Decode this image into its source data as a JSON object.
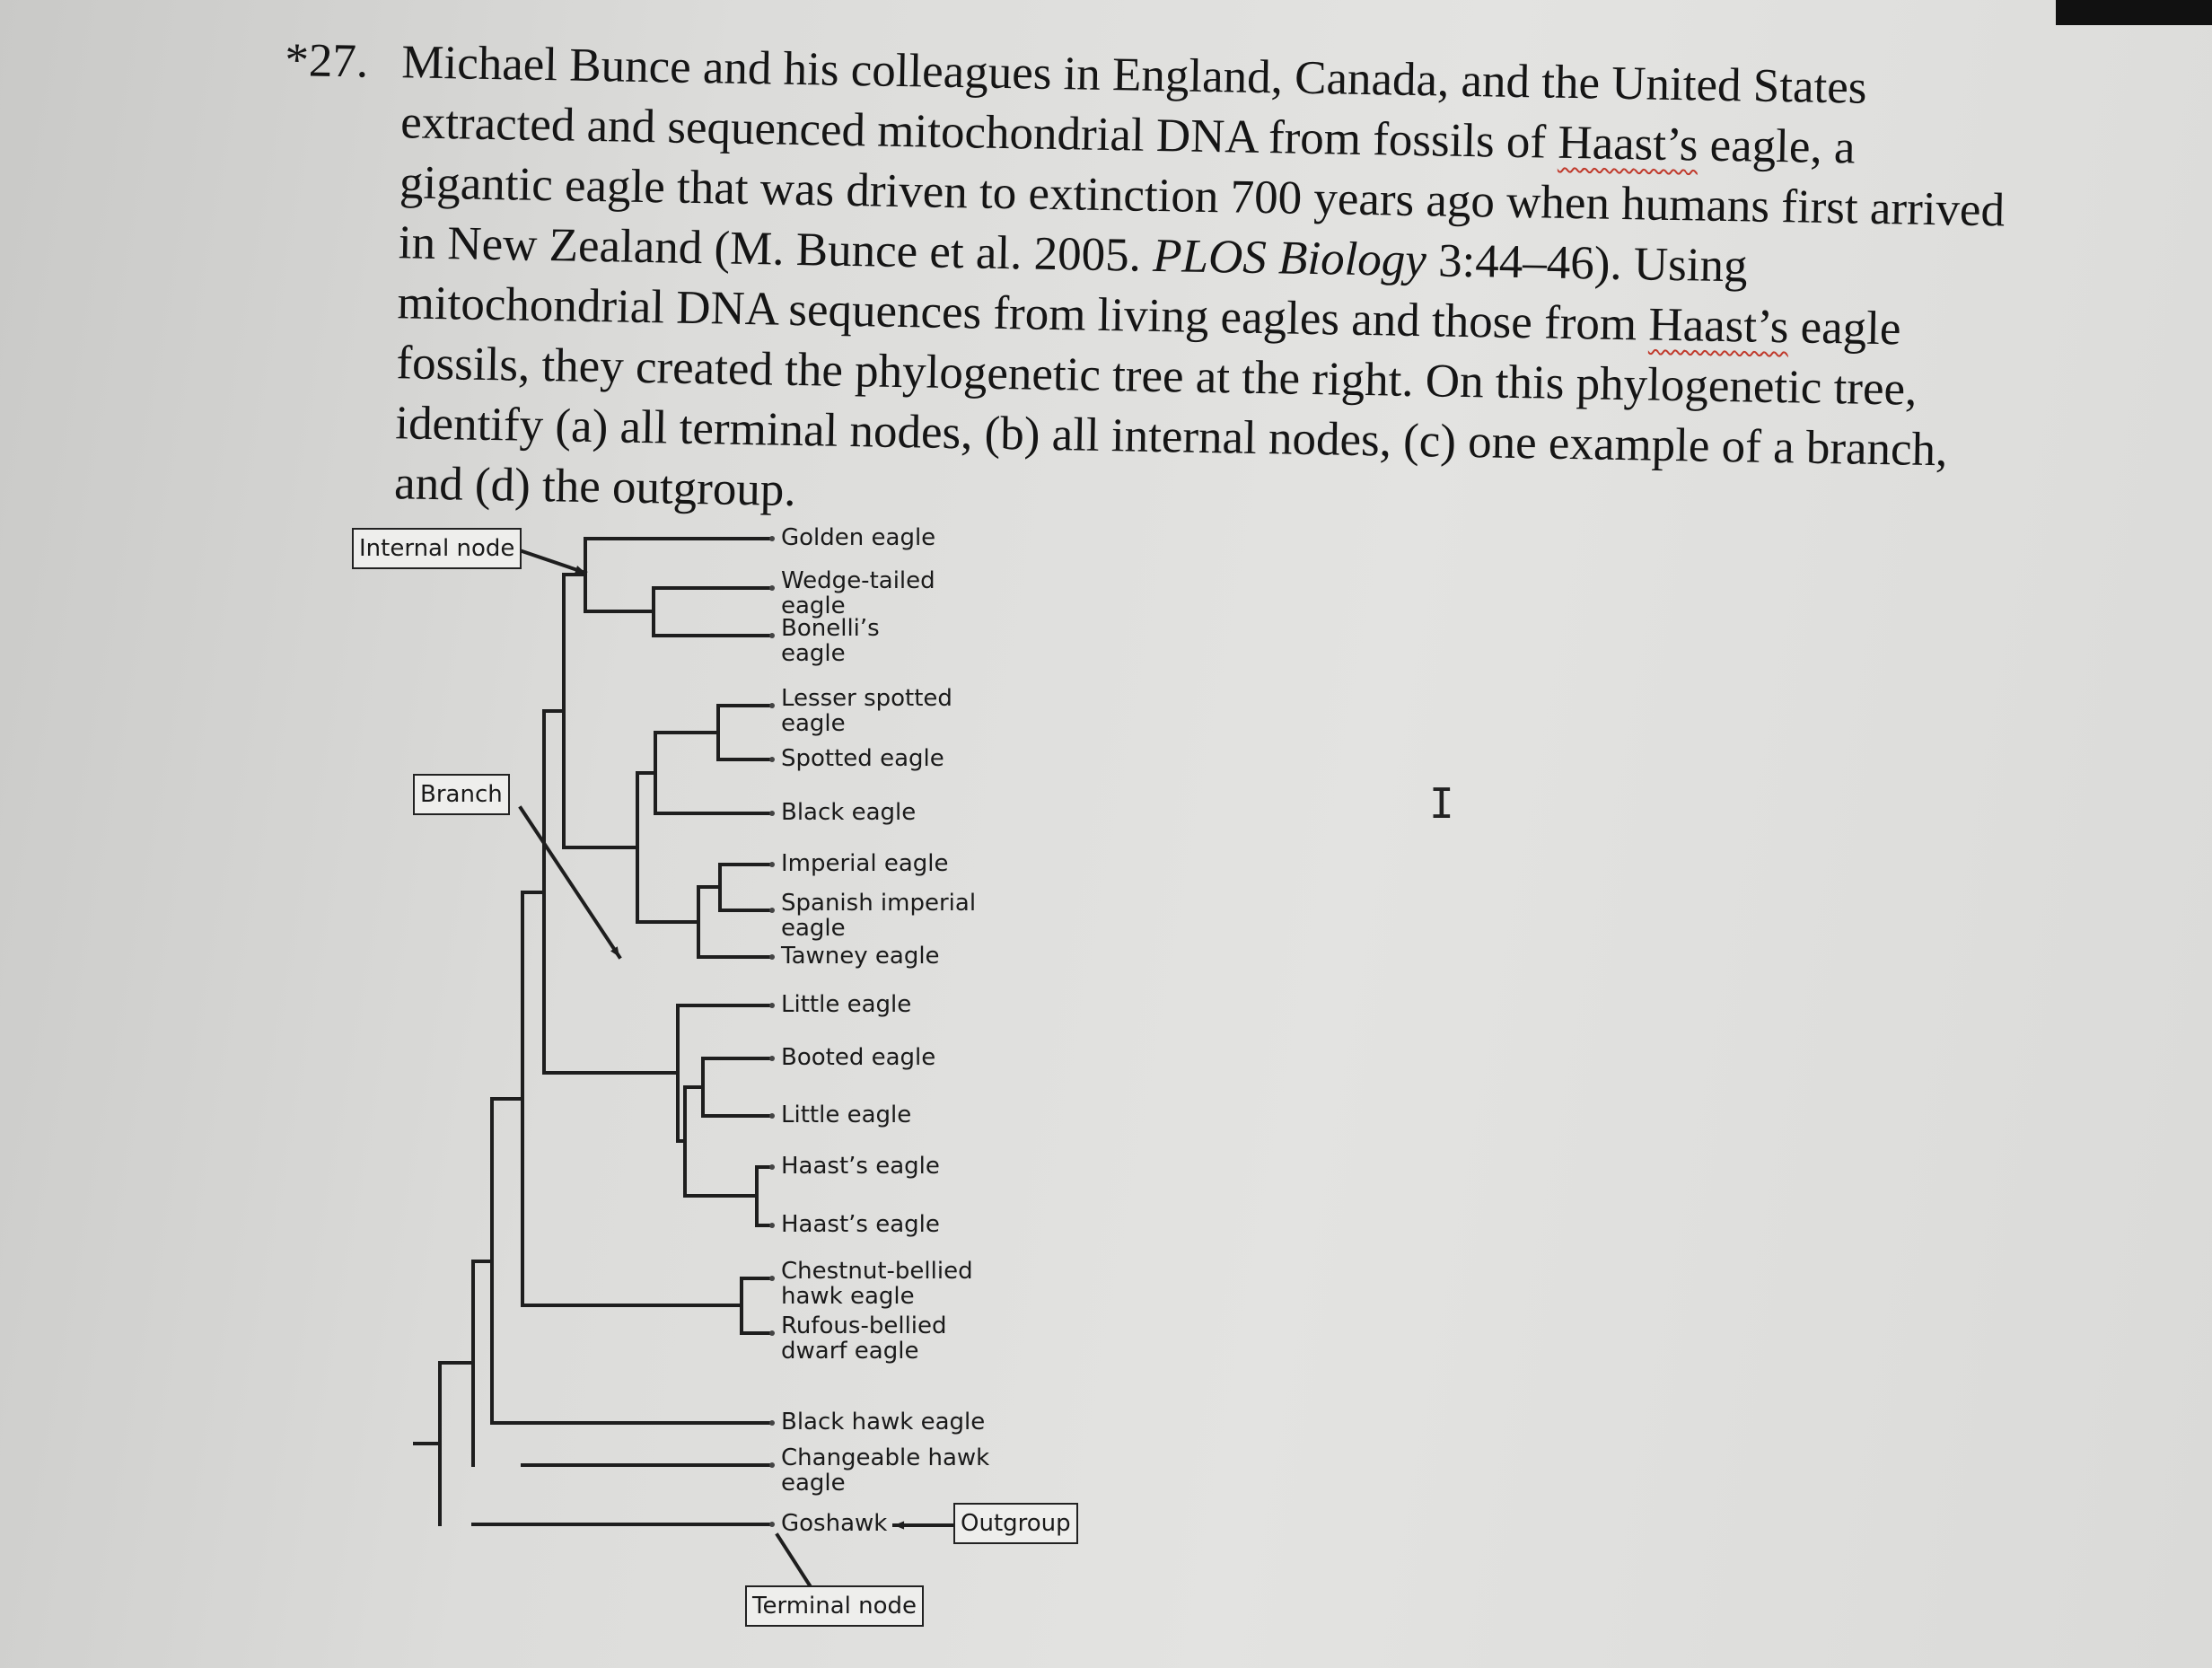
{
  "question": {
    "number": "*27.",
    "lines": [
      {
        "parts": [
          {
            "text": "Michael Bunce and his colleagues in England, Canada, and the United States"
          }
        ]
      },
      {
        "parts": [
          {
            "text": "extracted and sequenced mitochondrial DNA from fossils of "
          },
          {
            "text": "Haast’s",
            "style": "squiggle"
          },
          {
            "text": " eagle, a"
          }
        ]
      },
      {
        "parts": [
          {
            "text": "gigantic eagle that was driven to extinction 700 years ago when humans first arrived"
          }
        ]
      },
      {
        "parts": [
          {
            "text": "in New Zealand (M. Bunce et al. 2005. "
          },
          {
            "text": "PLOS Biology",
            "style": "italic"
          },
          {
            "text": " 3:44–46). Using"
          }
        ]
      },
      {
        "parts": [
          {
            "text": "mitochondrial DNA sequences from living eagles and those from "
          },
          {
            "text": "Haast’s",
            "style": "squiggle"
          },
          {
            "text": " eagle"
          }
        ]
      },
      {
        "parts": [
          {
            "text": "fossils, they created the phylogenetic tree at the right. On this phylogenetic tree,"
          }
        ]
      },
      {
        "parts": [
          {
            "text": "identify (a) all terminal nodes, (b) all internal nodes, (c) one example of a branch,"
          }
        ]
      },
      {
        "parts": [
          {
            "text": "and (d) the outgroup."
          }
        ]
      }
    ]
  },
  "tree": {
    "taxa": [
      "Golden eagle",
      "Wedge-tailed\neagle",
      "Bonelli’s\neagle",
      "Lesser spotted\neagle",
      "Spotted eagle",
      "Black eagle",
      "Imperial eagle",
      "Spanish imperial\neagle",
      "Tawney eagle",
      "Little eagle",
      "Booted eagle",
      "Little eagle",
      "Haast’s eagle",
      "Haast’s eagle",
      "Chestnut-bellied\nhawk eagle",
      "Rufous-bellied\ndwarf eagle",
      "Black hawk eagle",
      "Changeable hawk\neagle",
      "Goshawk"
    ],
    "callouts": {
      "internal_node": "Internal node",
      "branch": "Branch",
      "outgroup": "Outgroup",
      "terminal_node": "Terminal node"
    }
  },
  "cursor_glyph": "I",
  "colors": {
    "text": "#151515",
    "squiggle": "#c0392b",
    "tree_lines": "#1e1e1e"
  }
}
